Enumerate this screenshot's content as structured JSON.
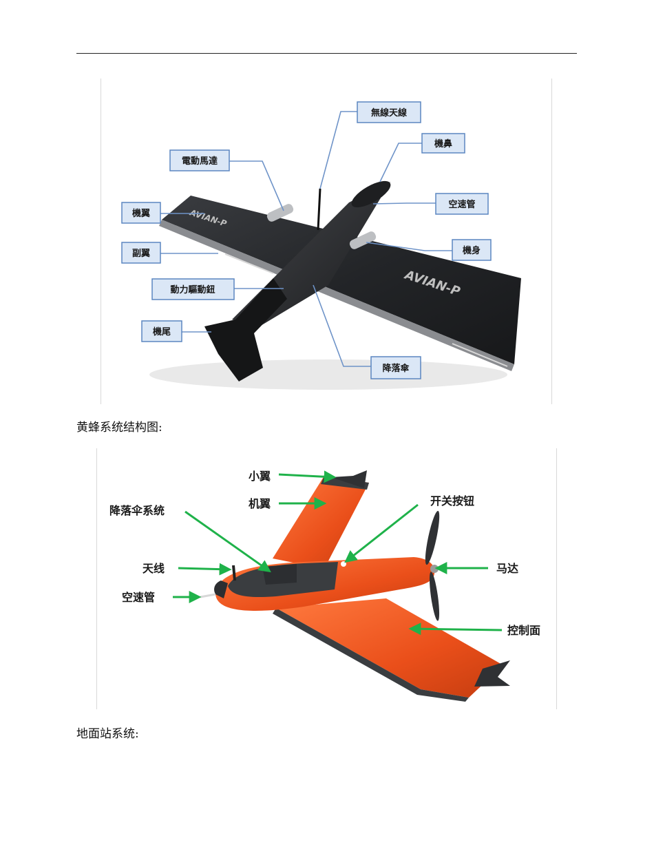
{
  "figure1": {
    "labels": {
      "wireless_antenna": "無線天線",
      "nose": "機鼻",
      "electric_motor": "電動馬達",
      "pitot_tube": "空速管",
      "wing": "機翼",
      "fuselage": "機身",
      "aileron": "副翼",
      "power_button": "動力驅動鈕",
      "tail": "機尾",
      "parachute": "降落傘"
    },
    "brand_text": "AVIAN-P"
  },
  "caption1": "黄蜂系统结构图:",
  "figure2": {
    "labels": {
      "winglet": "小翼",
      "wing": "机翼",
      "parachute_system": "降落伞系统",
      "switch_button": "开关按钮",
      "antenna": "天线",
      "motor": "马达",
      "pitot_tube": "空速管",
      "control_surface": "控制面"
    }
  },
  "caption2": "地面站系统:",
  "colors": {
    "label_box_fill": "#dbe7f6",
    "label_box_stroke": "#5b86c0",
    "leader_line_1": "#6e93c8",
    "aircraft1_body": "#2b2d30",
    "aircraft2_body": "#ee5a24",
    "aircraft2_dark": "#3a3d40",
    "arrow_green": "#1fb24a"
  }
}
